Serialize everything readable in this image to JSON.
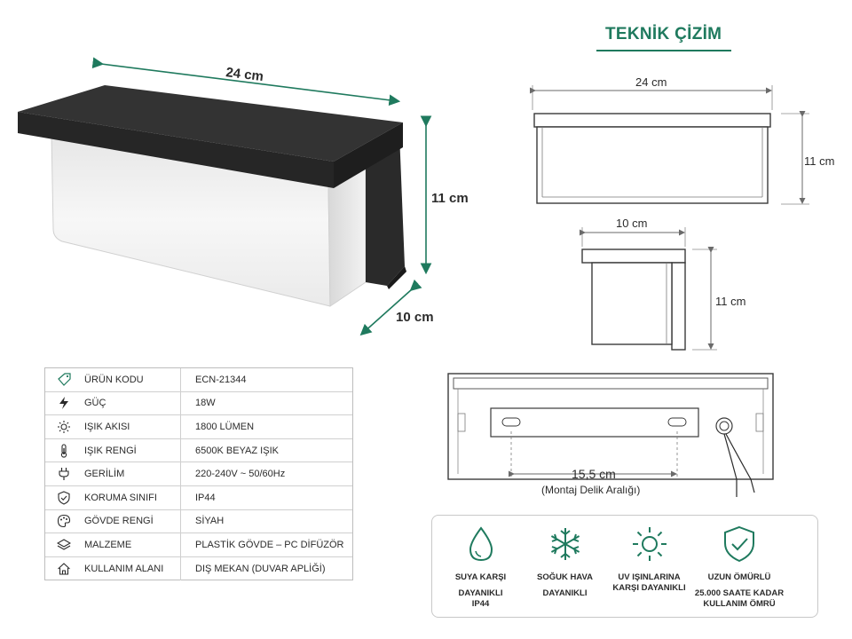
{
  "illustration": {
    "width_label": "24 cm",
    "height_label": "11 cm",
    "depth_label": "10 cm"
  },
  "technical": {
    "title": "TEKNİK ÇİZİM",
    "front_width": "24 cm",
    "front_height": "11 cm",
    "side_depth": "10 cm",
    "side_height": "11 cm",
    "hole_distance": "15,5 cm",
    "hole_caption": "(Montaj Delik Aralığı)"
  },
  "specs": [
    {
      "icon": "tag-icon",
      "label": "ÜRÜN KODU",
      "value": "ECN-21344"
    },
    {
      "icon": "lightning-icon",
      "label": "GÜÇ",
      "value": "18W"
    },
    {
      "icon": "sun-icon",
      "label": "IŞIK AKISI",
      "value": "1800 LÜMEN"
    },
    {
      "icon": "thermometer-icon",
      "label": "IŞIK RENGİ",
      "value": "6500K BEYAZ IŞIK"
    },
    {
      "icon": "plug-icon",
      "label": "GERİLİM",
      "value": "220-240V ~ 50/60Hz"
    },
    {
      "icon": "shield-icon",
      "label": "KORUMA SINIFI",
      "value": "IP44"
    },
    {
      "icon": "palette-icon",
      "label": "GÖVDE RENGİ",
      "value": "SİYAH"
    },
    {
      "icon": "layers-icon",
      "label": "MALZEME",
      "value": "PLASTİK GÖVDE – PC DİFÜZÖR"
    },
    {
      "icon": "home-icon",
      "label": "KULLANIM ALANI",
      "value": "DIŞ MEKAN (DUVAR APLİĞİ)"
    }
  ],
  "features": [
    {
      "icon": "water-drop-icon",
      "line1": "SUYA KARŞI",
      "line2": "DAYANIKLI",
      "line3": "IP44"
    },
    {
      "icon": "snowflake-icon",
      "line1": "SOĞUK HAVA",
      "line2": "DAYANIKLI",
      "line3": ""
    },
    {
      "icon": "uv-sun-icon",
      "line1": "UV IŞINLARINA",
      "line2": "KARŞI DAYANIKLI",
      "line3": ""
    },
    {
      "icon": "shield-check-icon",
      "line1": "UZUN ÖMÜRLÜ",
      "line2": "25.000 SAATE KADAR",
      "line3": "KULLANIM ÖMRÜ"
    }
  ],
  "colors": {
    "accent": "#1f7a5e",
    "body_black": "#2a2a2a",
    "diffuser": "#f4f4f4"
  }
}
